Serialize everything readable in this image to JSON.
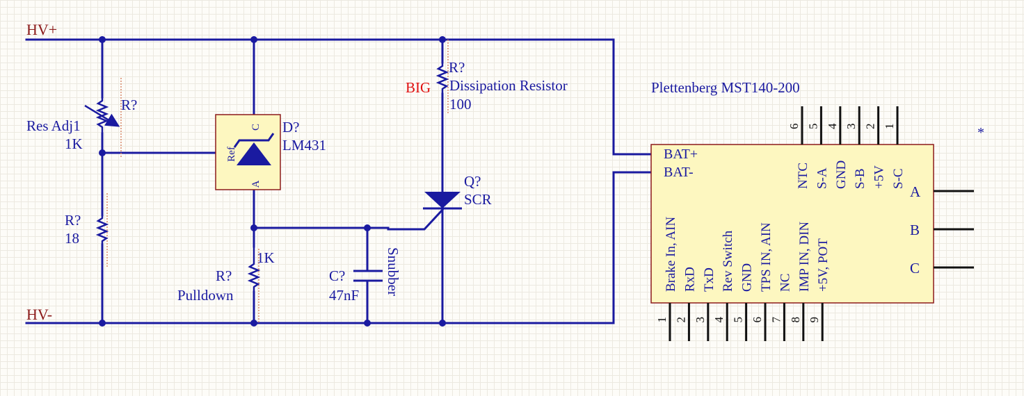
{
  "colors": {
    "wire": "#1a1aa0",
    "label": "#1a1aa0",
    "net_label": "#8b1a1a",
    "highlight": "#e01010",
    "component_fill": "#fdf7c0",
    "component_border": "#8b1a1a",
    "pin": "#111111",
    "resistor_shadow": "#d88a6a"
  },
  "nets": {
    "hv_plus": "HV+",
    "hv_minus": "HV-"
  },
  "res_adj": {
    "designator": "R?",
    "name": "Res Adj1",
    "value": "1K"
  },
  "r_lower": {
    "designator": "R?",
    "value": "18"
  },
  "zener": {
    "designator": "D?",
    "value": "LM431",
    "pin_c": "C",
    "pin_ref": "Ref",
    "pin_a": "A"
  },
  "r_pulldown": {
    "designator": "R?",
    "name": "Pulldown",
    "value": "1K"
  },
  "cap": {
    "designator": "C?",
    "value": "47nF",
    "note": "Snubber"
  },
  "r_dissipation": {
    "designator": "R?",
    "name": "Dissipation Resistor",
    "value": "100",
    "tag": "BIG"
  },
  "scr": {
    "designator": "Q?",
    "name": "SCR"
  },
  "controller": {
    "title": "Plettenberg MST140-200",
    "star": "*",
    "left_pins": [
      "BAT+",
      "BAT-"
    ],
    "right_pins": [
      "A",
      "B",
      "C"
    ],
    "top_pins": [
      {
        "num": "6",
        "label": "NTC"
      },
      {
        "num": "5",
        "label": "S-A"
      },
      {
        "num": "4",
        "label": "GND"
      },
      {
        "num": "3",
        "label": "S-B"
      },
      {
        "num": "2",
        "label": "+5V"
      },
      {
        "num": "1",
        "label": "S-C"
      }
    ],
    "bottom_pins": [
      {
        "num": "1",
        "label": "Brake In, AIN"
      },
      {
        "num": "2",
        "label": "RxD"
      },
      {
        "num": "3",
        "label": "TxD"
      },
      {
        "num": "4",
        "label": "Rev Switch"
      },
      {
        "num": "5",
        "label": "GND"
      },
      {
        "num": "6",
        "label": "TPS IN, AIN"
      },
      {
        "num": "7",
        "label": "NC"
      },
      {
        "num": "8",
        "label": "IMP IN, DIN"
      },
      {
        "num": "9",
        "label": "+5V, POT"
      }
    ]
  }
}
